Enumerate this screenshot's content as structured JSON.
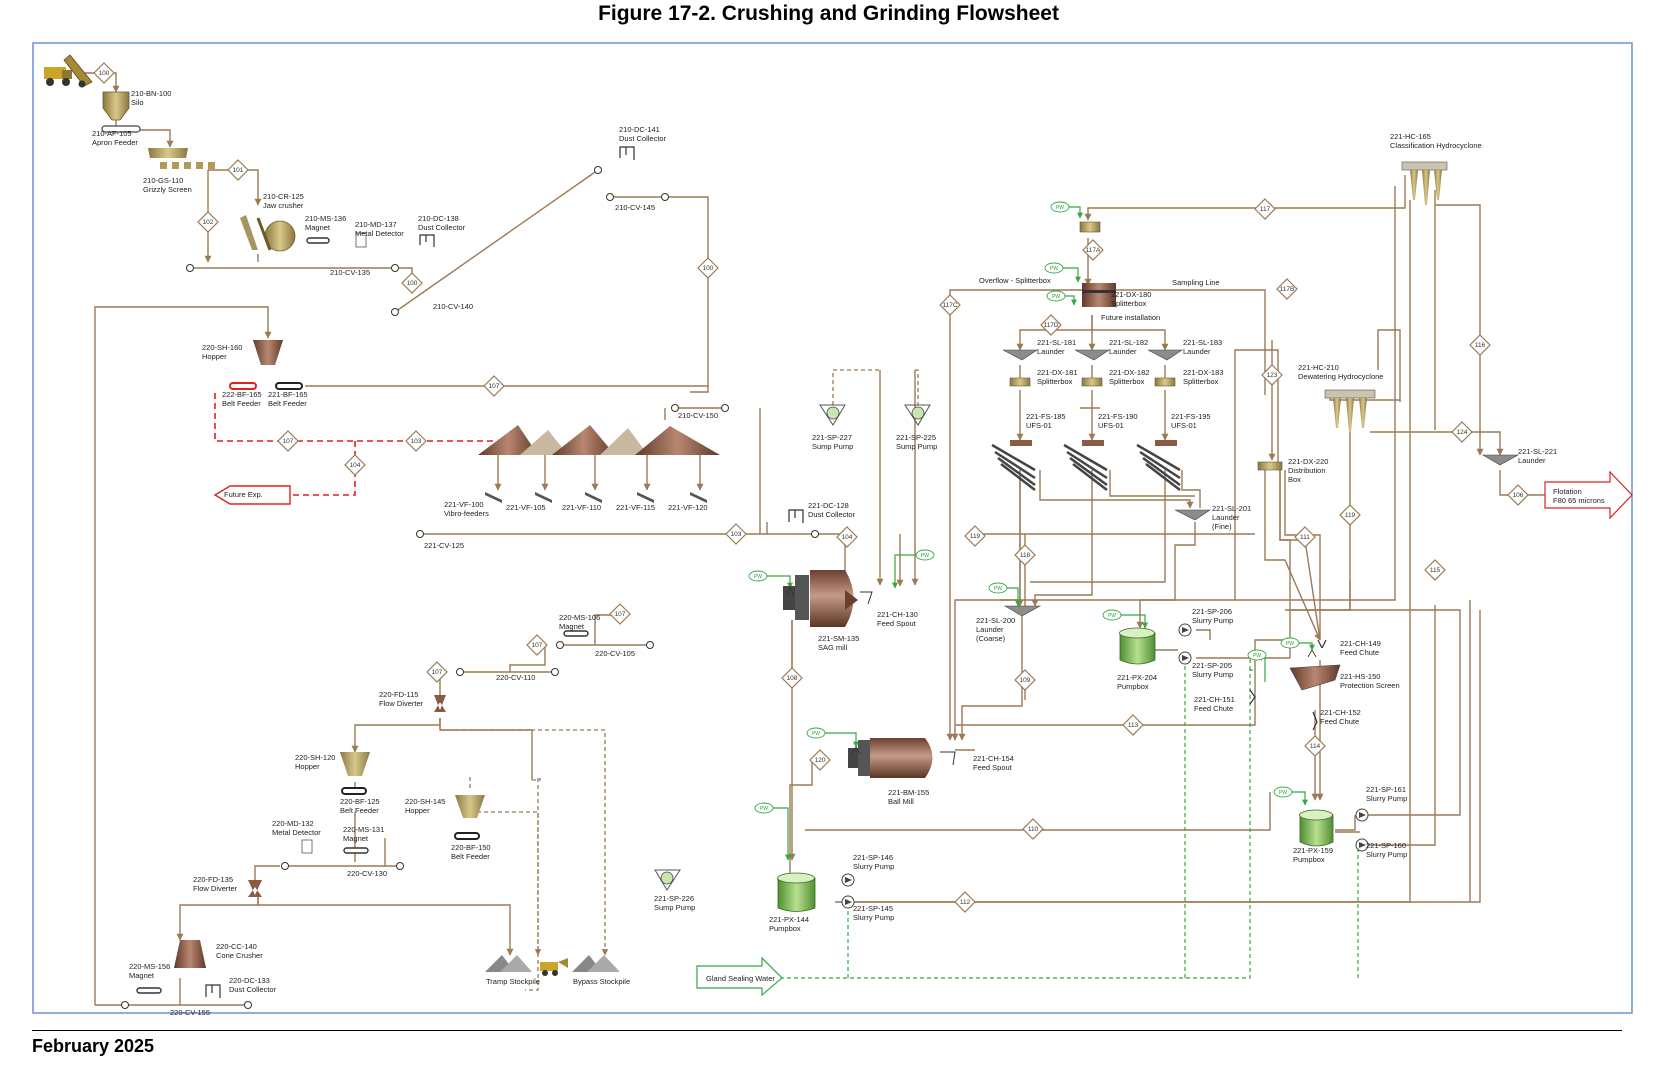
{
  "title": "Figure 17-2.  Crushing and Grinding Flowsheet",
  "footer_date": "February 2025",
  "colors": {
    "process_line": "#9b7a55",
    "future_line": "#e0201f",
    "water_line": "#35a844",
    "frame": "#6c8fd9",
    "equipment_gold": "#b19a55",
    "equipment_brown": "#8b5a43",
    "pumpbox_green": "#7dbb55"
  },
  "labels": {
    "bn100": [
      "210-BN-100",
      "Silo"
    ],
    "af105": [
      "210-AF-105",
      "Apron Feeder"
    ],
    "gs110": [
      "210-GS-110",
      "Grizzly Screen"
    ],
    "cr125": [
      "210-CR-125",
      "Jaw crusher"
    ],
    "ms136": [
      "210-MS-136",
      "Magnet"
    ],
    "md137": [
      "210-MD-137",
      "Metal Detector"
    ],
    "dc138": [
      "210-DC-138",
      "Dust Collector"
    ],
    "dc141": [
      "210-DC-141",
      "Dust Collector"
    ],
    "cv145": [
      "210-CV-145"
    ],
    "cv135": [
      "210-CV-135"
    ],
    "cv140": [
      "210-CV-140"
    ],
    "sh160": [
      "220-SH-160",
      "Hopper"
    ],
    "bf165": [
      "222-BF-165",
      "Belt Feeder"
    ],
    "bf165b": [
      "221-BF-165",
      "Belt Feeder"
    ],
    "cv150": [
      "210-CV-150"
    ],
    "futexp": [
      "Future Exp."
    ],
    "vf100": [
      "221-VF-100",
      "Vibro-feeders"
    ],
    "vf105": [
      "221-VF-105"
    ],
    "vf110": [
      "221-VF-110"
    ],
    "vf115": [
      "221-VF-115"
    ],
    "vf120": [
      "221-VF-120"
    ],
    "cv125": [
      "221-CV-125"
    ],
    "dc128": [
      "221-DC-128",
      "Dust Collector"
    ],
    "sp227": [
      "221-SP-227",
      "Sump Pump"
    ],
    "sp225": [
      "221-SP-225",
      "Sump Pump"
    ],
    "ch130": [
      "221-CH-130",
      "Feed Spout"
    ],
    "sm135": [
      "221-SM-135",
      "SAG mill"
    ],
    "ms106": [
      "220-MS-106",
      "Magnet"
    ],
    "cv105": [
      "220-CV-105"
    ],
    "cv110": [
      "220-CV-110"
    ],
    "fd115": [
      "220-FD-115",
      "Flow Diverter"
    ],
    "sh120": [
      "220-SH-120",
      "Hopper"
    ],
    "bf125": [
      "220-BF-125",
      "Belt Feeder"
    ],
    "sh145": [
      "220-SH-145",
      "Hopper"
    ],
    "md132": [
      "220-MD-132",
      "Metal Detector"
    ],
    "ms131": [
      "220-MS-131",
      "Magnet"
    ],
    "bf150": [
      "220-BF-150",
      "Belt Feeder"
    ],
    "cv130": [
      "220-CV-130"
    ],
    "fd135": [
      "220-FD-135",
      "Flow Diverter"
    ],
    "cc140": [
      "220-CC-140",
      "Cone Crusher"
    ],
    "ms156": [
      "220-MS-156",
      "Magnet"
    ],
    "dc133": [
      "220-DC-133",
      "Dust Collector"
    ],
    "cv155": [
      "220-CV-155"
    ],
    "tramp": [
      "Tramp Stockpile"
    ],
    "bypass": [
      "Bypass Stockpile"
    ],
    "gsw": [
      "Gland Sealing Water"
    ],
    "sp226": [
      "221-SP-226",
      "Sump Pump"
    ],
    "px144": [
      "221-PX-144",
      "Pumpbox"
    ],
    "sp146": [
      "221-SP-146",
      "Slurry Pump"
    ],
    "sp145": [
      "221-SP-145",
      "Slurry Pump"
    ],
    "bm155": [
      "221-BM-155",
      "Ball Mill"
    ],
    "ch154": [
      "221-CH-154",
      "Feed Spout"
    ],
    "hc165": [
      "221-HC-165",
      "Classification Hydrocyclone"
    ],
    "ovsplit": [
      "Overflow - Splitterbox"
    ],
    "sampling": [
      "Sampling Line"
    ],
    "dx180": [
      "221-DX-180",
      "Splitterbox"
    ],
    "futinst": [
      "Future installation"
    ],
    "sl181": [
      "221-SL-181",
      "Launder"
    ],
    "sl182": [
      "221-SL-182",
      "Launder"
    ],
    "sl183": [
      "221-SL-183",
      "Launder"
    ],
    "dx181": [
      "221-DX-181",
      "Splitterbox"
    ],
    "dx182": [
      "221-DX-182",
      "Splitterbox"
    ],
    "dx183": [
      "221-DX-183",
      "Splitterbox"
    ],
    "fs185": [
      "221-FS-185",
      "UFS-01"
    ],
    "fs190": [
      "221-FS-190",
      "UFS-01"
    ],
    "fs195": [
      "221-FS-195",
      "UFS-01"
    ],
    "sl201": [
      "221-SL-201",
      "Launder",
      "(Fine)"
    ],
    "sl200": [
      "221-SL-200",
      "Launder",
      "(Coarse)"
    ],
    "sp206": [
      "221-SP-206",
      "Slurry Pump"
    ],
    "sp205": [
      "221-SP-205",
      "Slurry Pump"
    ],
    "px204": [
      "221-PX-204",
      "Pumpbox"
    ],
    "ch151": [
      "221-CH-151",
      "Feed Chute"
    ],
    "hc210": [
      "221-HC-210",
      "Dewatering Hydrocyclone"
    ],
    "dx220": [
      "221-DX-220",
      "Distribution",
      "Box"
    ],
    "sl221": [
      "221-SL-221",
      "Launder"
    ],
    "flot": [
      "Flotation",
      "F80 65 microns"
    ],
    "ch149": [
      "221-CH-149",
      "Feed Chute"
    ],
    "hs150": [
      "221-HS-150",
      "Protection Screen"
    ],
    "ch152": [
      "221-CH-152",
      "Feed Chute"
    ],
    "sp161": [
      "221-SP-161",
      "Slurry Pump"
    ],
    "sp160": [
      "221-SP-160",
      "Slurry Pump"
    ],
    "px159": [
      "221-PX-159",
      "Pumpbox"
    ]
  },
  "streams": {
    "s100a": "100",
    "s101": "101",
    "s102": "102",
    "s100b": "100",
    "s100c": "100",
    "s107a": "107",
    "s107b": "107",
    "s103a": "103",
    "s104": "104",
    "s103b": "103",
    "s104b": "104",
    "s119a": "119",
    "s118": "118",
    "s107c": "107",
    "s107d": "107",
    "s107e": "107",
    "s108": "108",
    "s120": "120",
    "s110": "110",
    "s112": "112",
    "s117": "117",
    "s117a": "117A",
    "s117b": "117B",
    "s117c": "117C",
    "s117d": "117D",
    "s116": "116",
    "s123": "123",
    "s124": "124",
    "s106": "106",
    "s119b": "119",
    "s111": "111",
    "s115": "115",
    "s113": "113",
    "s114": "114",
    "s109": "109"
  },
  "pw": "PW"
}
